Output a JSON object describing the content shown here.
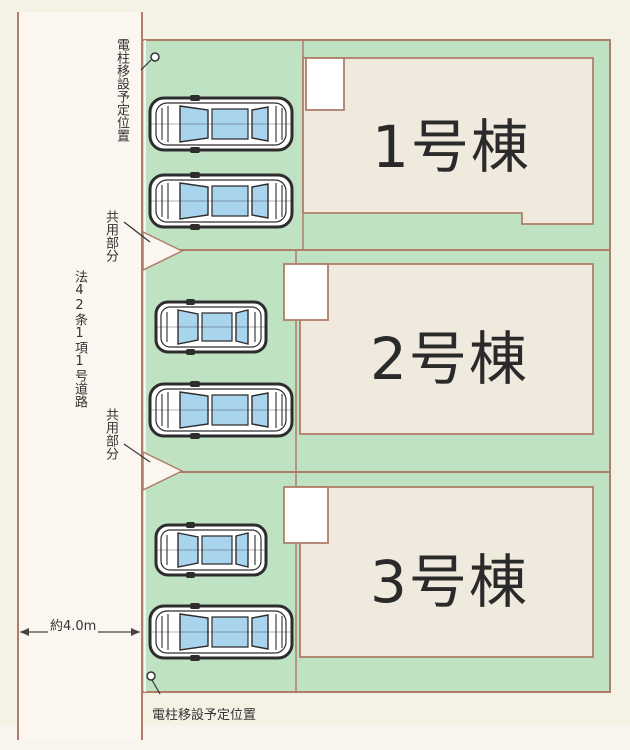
{
  "buildings": [
    {
      "label": "1号棟"
    },
    {
      "label": "2号棟"
    },
    {
      "label": "3号棟"
    }
  ],
  "annotations": {
    "pole_top": "電柱移設予定位置",
    "pole_bottom": "電柱移設予定位置",
    "shared_part_1": "共用部分",
    "shared_part_2": "共用部分",
    "road_type": "法42条1項1号道路",
    "road_width": "約4.0m"
  },
  "colors": {
    "lot_green": "#bfe3c2",
    "lot_border": "#b07d6a",
    "building_fill": "#efe9de",
    "road_fill": "#fbf7f0",
    "car_body": "#ffffff",
    "car_glass": "#a9d4ee",
    "car_outline": "#2d2d2d"
  }
}
